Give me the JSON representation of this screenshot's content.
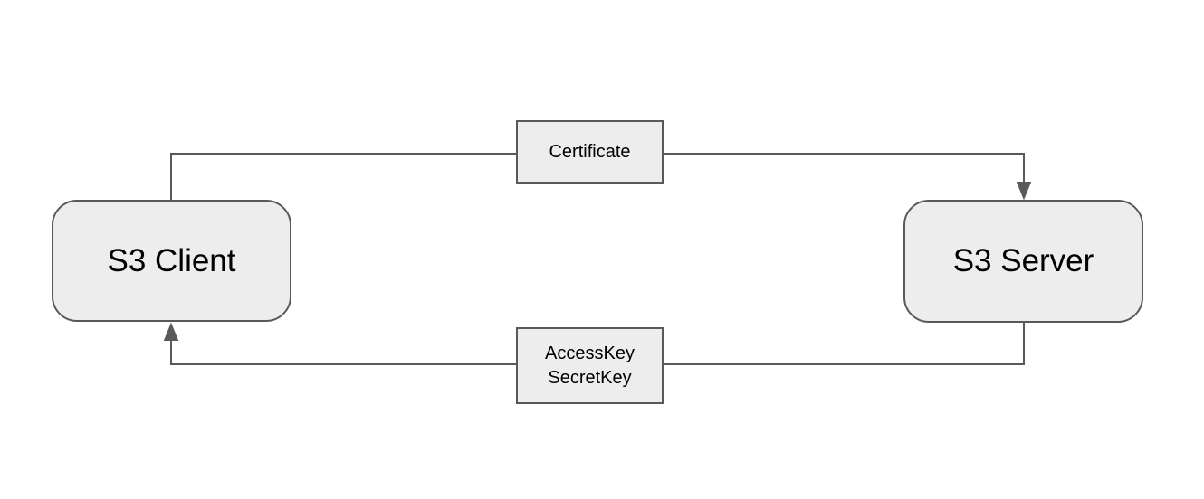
{
  "diagram": {
    "type": "flow-diagram",
    "nodes": [
      {
        "id": "s3-client",
        "label": "S3 Client"
      },
      {
        "id": "s3-server",
        "label": "S3 Server"
      }
    ],
    "edges": [
      {
        "id": "edge-certificate",
        "from": "s3-client",
        "to": "s3-server",
        "label": "Certificate",
        "direction": "client-to-server",
        "arrowhead": "filled-triangle-down"
      },
      {
        "id": "edge-credentials",
        "from": "s3-server",
        "to": "s3-client",
        "label_line1": "AccessKey",
        "label_line2": "SecretKey",
        "direction": "server-to-client",
        "arrowhead": "filled-triangle-up"
      }
    ],
    "colors": {
      "background": "#ffffff",
      "node_fill": "#ededed",
      "node_border": "#595959",
      "connector": "#595959",
      "label_fill": "#ededed",
      "text": "#000000"
    }
  }
}
